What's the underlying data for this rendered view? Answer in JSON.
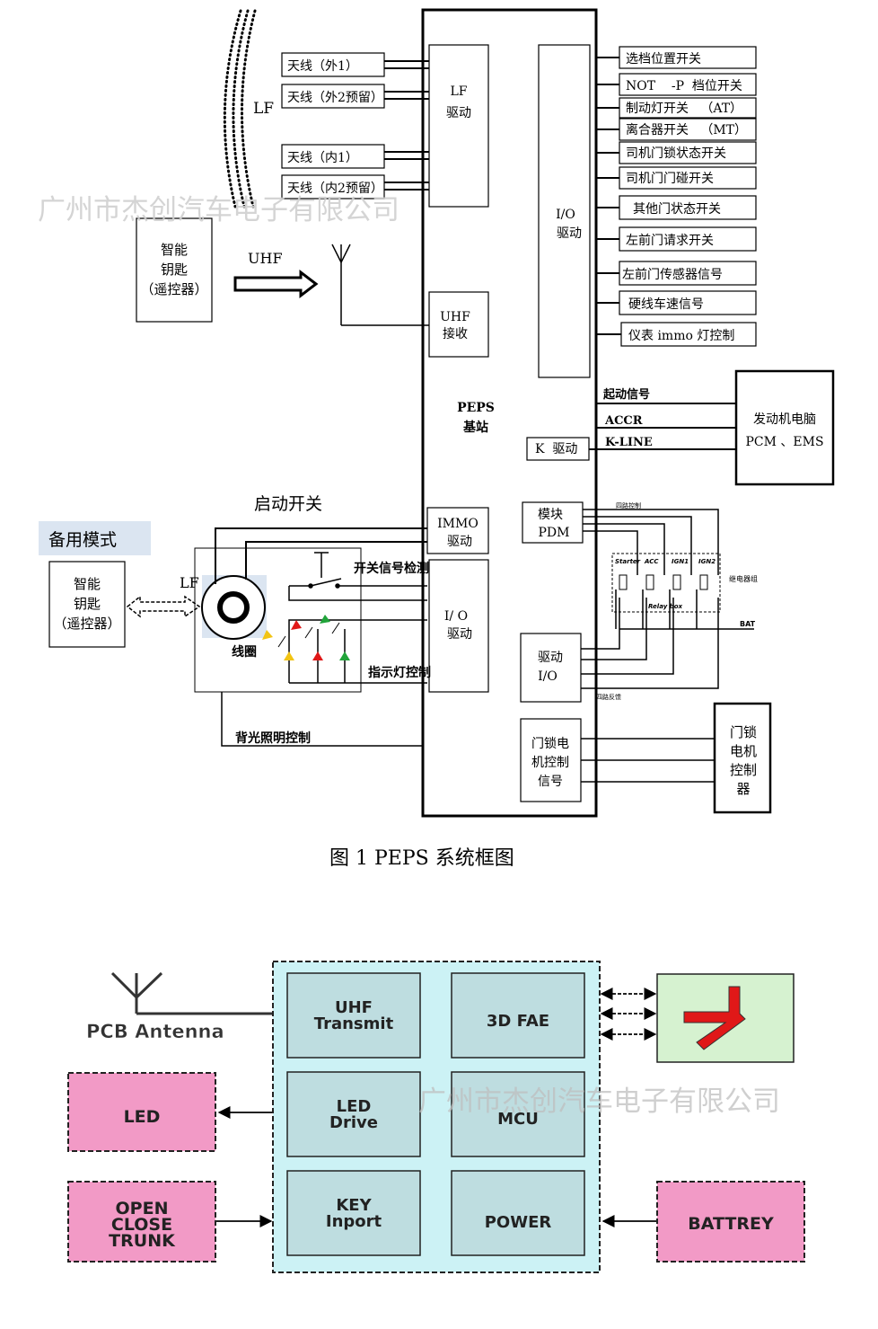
{
  "watermark": "广州市杰创汽车电子有限公司",
  "fig1": {
    "caption": "图 1 PEPS 系统框图",
    "lf_label": "LF",
    "uhf_label": "UHF",
    "antennas": [
      "天线（外1）",
      "天线（外2预留）",
      "天线（内1）",
      "天线（内2预留）"
    ],
    "smart_key": [
      "智能",
      "钥匙",
      "（遥控器）"
    ],
    "base_station": [
      "PEPS",
      "基站"
    ],
    "lf_drive": [
      "LF",
      "驱动"
    ],
    "uhf_rx": [
      "UHF",
      "接收"
    ],
    "io_drive": [
      "I/O",
      "驱动"
    ],
    "io_inputs": [
      "选档位置开关",
      "NOT    -P  档位开关",
      "制动灯开关   （AT）",
      "离合器开关   （MT）",
      "司机门锁状态开关",
      "司机门门碰开关",
      "其他门状态开关",
      "左前门请求开关",
      "左前门传感器信号",
      "硬线车速信号",
      "仪表 immo 灯控制"
    ],
    "engine_signals": [
      "起动信号",
      "ACCR",
      "K-LINE"
    ],
    "k_drive": "K  驱动",
    "ecu": [
      "发动机电脑",
      "PCM 、EMS"
    ],
    "start_switch": "启动开关",
    "backup_mode": "备用模式",
    "backup_key": [
      "智能",
      "钥匙",
      "（遥控器）"
    ],
    "backup_lf": "LF",
    "immo_drive": [
      "IMMO",
      "驱动"
    ],
    "io_drive2": [
      "I/ O",
      "驱动"
    ],
    "switch_detect": "开关信号检测",
    "coil": "线圈",
    "indicator": "指示灯控制",
    "backlight": "背光照明控制",
    "pdm": [
      "模块",
      "PDM"
    ],
    "drive_io": [
      "驱动",
      "I/O"
    ],
    "lock_signal": [
      "门锁电",
      "机控制",
      "信号"
    ],
    "lock_ctrl": [
      "门锁",
      "电机",
      "控制",
      "器"
    ],
    "four_ctrl": "四路控制",
    "four_fb": "四路反馈",
    "relays": [
      "Starter",
      "ACC",
      "IGN1",
      "IGN2"
    ],
    "relay_box": "Relay box",
    "relay_group": "继电器组",
    "bat": "BAT"
  },
  "fig2": {
    "antenna": "PCB Antenna",
    "led": "LED",
    "trunk": [
      "OPEN",
      "CLOSE",
      "TRUNK"
    ],
    "modules": [
      [
        "UHF",
        "Transmit"
      ],
      [
        "3D FAE"
      ],
      [
        "LED",
        "Drive"
      ],
      [
        "MCU"
      ],
      [
        "KEY",
        "Inport"
      ],
      [
        "POWER"
      ]
    ],
    "battery": "BATTREY"
  },
  "colors": {
    "fig2_panel": "#ccf2f5",
    "fig2_module": "#bedde0",
    "fig2_pink": "#f29ac6",
    "fig2_green": "#d6f2d0",
    "fig2_red": "#e01818",
    "led_yellow": "#f2c414",
    "led_red": "#e01818",
    "led_green": "#21a43a"
  }
}
